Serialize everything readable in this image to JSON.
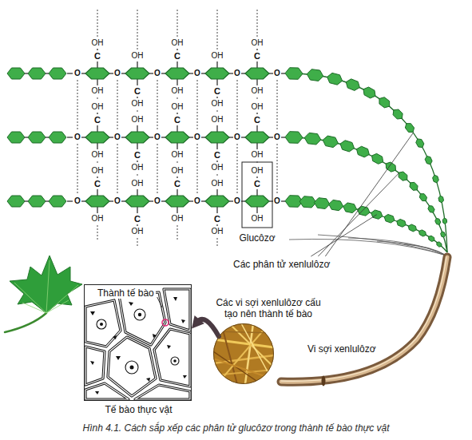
{
  "diagram": {
    "caption": "Hình 4.1. Cách sắp xếp các phân tử glucôzơ trong thành tế bào thực vật",
    "nodes": [
      {
        "text": [
          "Tế bào thực vật"
        ]
      },
      {
        "text": [
          "Các vi sợi xenlulôzơ cấu tạo nên thành tế bào"
        ]
      }
    ],
    "edges": [
      {
        "from": 1,
        "to": 0,
        "arrow": "to"
      }
    ],
    "labels": [
      "Thành tế bào",
      "Glucôzơ",
      "Các phân tử xenlulôzơ",
      "Vi sợi xenlulôzơ",
      "O",
      "OH",
      "C",
      "OH",
      "O",
      "OH",
      "C",
      "OH",
      "O",
      "OH",
      "C",
      "OH",
      "O",
      "OH",
      "C",
      "OH",
      "O",
      "OH",
      "C",
      "OH",
      "O",
      "O",
      "OH",
      "C",
      "OH",
      "O",
      "OH",
      "C",
      "OH",
      "O",
      "OH",
      "C",
      "OH",
      "O",
      "OH",
      "C",
      "OH",
      "O",
      "OH",
      "C",
      "OH",
      "O",
      "O",
      "OH",
      "C",
      "OH",
      "O",
      "OH",
      "C",
      "OH",
      "O",
      "OH",
      "C",
      "OH",
      "O",
      "OH",
      "C",
      "OH",
      "O",
      "OH",
      "C",
      "OH",
      "O"
    ]
  }
}
